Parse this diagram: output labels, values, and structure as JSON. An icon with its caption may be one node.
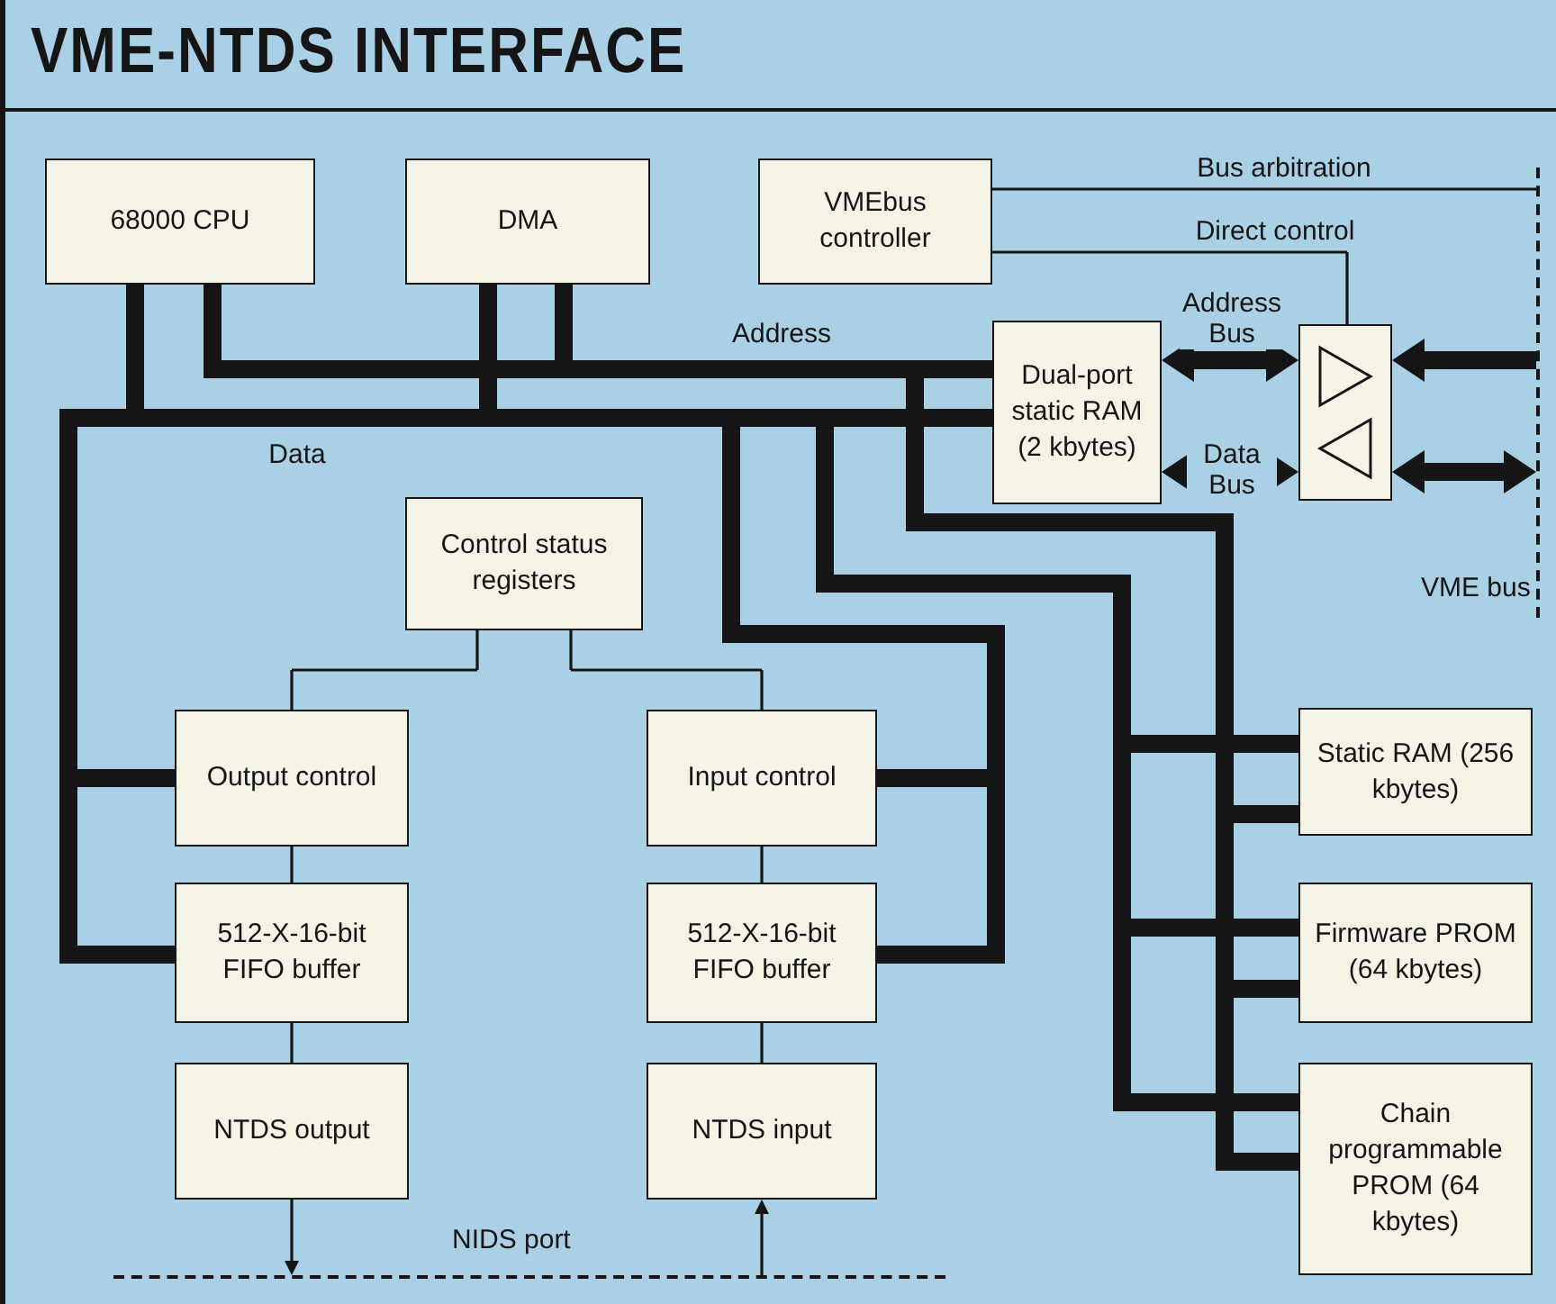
{
  "diagram": {
    "title": "VME-NTDS INTERFACE",
    "nodes": [
      {
        "text": [
          "68000 CPU"
        ]
      },
      {
        "text": [
          "DMA"
        ]
      },
      {
        "text": [
          "VMEbus controller"
        ]
      },
      {
        "text": [
          "Dual-port static RAM (2 kbytes)"
        ]
      },
      {
        "text": [],
        "shape": "box"
      },
      {
        "text": [
          "Control status registers"
        ]
      },
      {
        "text": [
          "Output control"
        ]
      },
      {
        "text": [
          "Input control"
        ]
      },
      {
        "text": [
          "512-X-16-bit FIFO buffer"
        ]
      },
      {
        "text": [
          "512-X-16-bit FIFO buffer"
        ]
      },
      {
        "text": [
          "NTDS output"
        ]
      },
      {
        "text": [
          "NTDS input"
        ]
      },
      {
        "text": [
          "Static RAM (256 kbytes)"
        ]
      },
      {
        "text": [
          "Firmware PROM (64 kbytes)"
        ]
      },
      {
        "text": [
          "Chain programmable PROM (64 kbytes)"
        ]
      },
      {
        "text": [],
        "shape": "bar",
        "beside": [
          "VME bus"
        ]
      },
      {
        "text": [],
        "shape": "bar",
        "beside": [
          "NIDS port"
        ]
      }
    ],
    "edges": [
      {
        "from": 0,
        "to": 3,
        "arrow": "none",
        "label": "Address"
      },
      {
        "from": 1,
        "to": 3,
        "arrow": "none"
      },
      {
        "from": 0,
        "to": 12,
        "arrow": "none"
      },
      {
        "from": 0,
        "to": 13,
        "arrow": "none"
      },
      {
        "from": 0,
        "to": 14,
        "arrow": "none"
      },
      {
        "from": 0,
        "to": 1,
        "arrow": "none",
        "label": "Data"
      },
      {
        "from": 0,
        "to": 3,
        "arrow": "none"
      },
      {
        "from": 0,
        "to": 6,
        "arrow": "none"
      },
      {
        "from": 0,
        "to": 8,
        "arrow": "none"
      },
      {
        "from": 0,
        "to": 7,
        "arrow": "none"
      },
      {
        "from": 0,
        "to": 9,
        "arrow": "none"
      },
      {
        "from": 0,
        "to": 12,
        "arrow": "none"
      },
      {
        "from": 0,
        "to": 13,
        "arrow": "none"
      },
      {
        "from": 0,
        "to": 14,
        "arrow": "none"
      },
      {
        "from": 3,
        "to": 4,
        "arrow": "both",
        "label": "Address Bus"
      },
      {
        "from": 3,
        "to": 4,
        "arrow": "both",
        "label": "Data Bus"
      },
      {
        "from": 15,
        "to": 4,
        "arrow": "to"
      },
      {
        "from": 4,
        "to": 15,
        "arrow": "both"
      },
      {
        "from": 2,
        "to": 15,
        "arrow": "none",
        "label": "Bus arbitration"
      },
      {
        "from": 2,
        "to": 4,
        "arrow": "none",
        "label": "Direct control"
      },
      {
        "from": 5,
        "to": 6,
        "arrow": "none"
      },
      {
        "from": 5,
        "to": 7,
        "arrow": "none"
      },
      {
        "from": 6,
        "to": 8,
        "arrow": "none"
      },
      {
        "from": 7,
        "to": 9,
        "arrow": "none"
      },
      {
        "from": 8,
        "to": 10,
        "arrow": "none"
      },
      {
        "from": 9,
        "to": 11,
        "arrow": "none"
      },
      {
        "from": 10,
        "to": 16,
        "arrow": "to"
      },
      {
        "from": 16,
        "to": 11,
        "arrow": "to"
      }
    ]
  }
}
